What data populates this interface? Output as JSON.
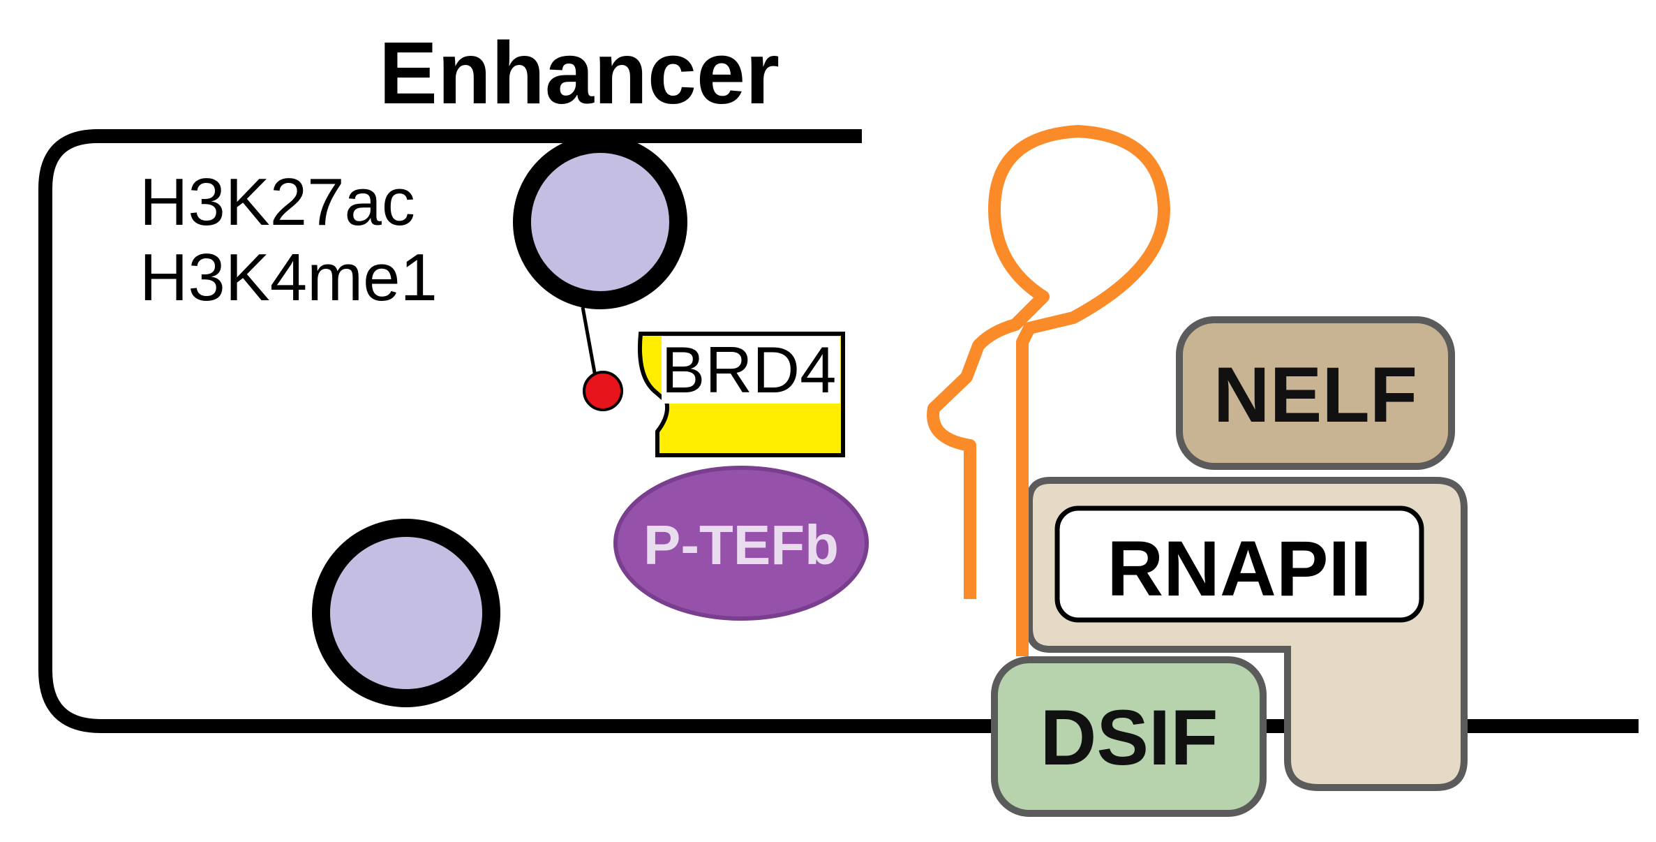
{
  "title": "Enhancer",
  "histone_marks": [
    "H3K27ac",
    "H3K4me1"
  ],
  "proteins": {
    "brd4": "BRD4",
    "ptefb": "P-TEFb",
    "nelf": "NELF",
    "rnapii": "RNAPII",
    "dsif": "DSIF"
  },
  "colors": {
    "dna": "#000000",
    "nucleosome_fill": "#c5bee3",
    "acetyl_mark": "#e8141b",
    "brd4_fill": "#ffee00",
    "ptefb_fill": "#9652ab",
    "ptefb_text": "#e9dcee",
    "rna": "#fb8a28",
    "nelf_fill": "#c8b492",
    "rnapii_fill": "#e4dac5",
    "dsif_fill": "#b7d3ad",
    "complex_outline": "#5b5b5b"
  }
}
